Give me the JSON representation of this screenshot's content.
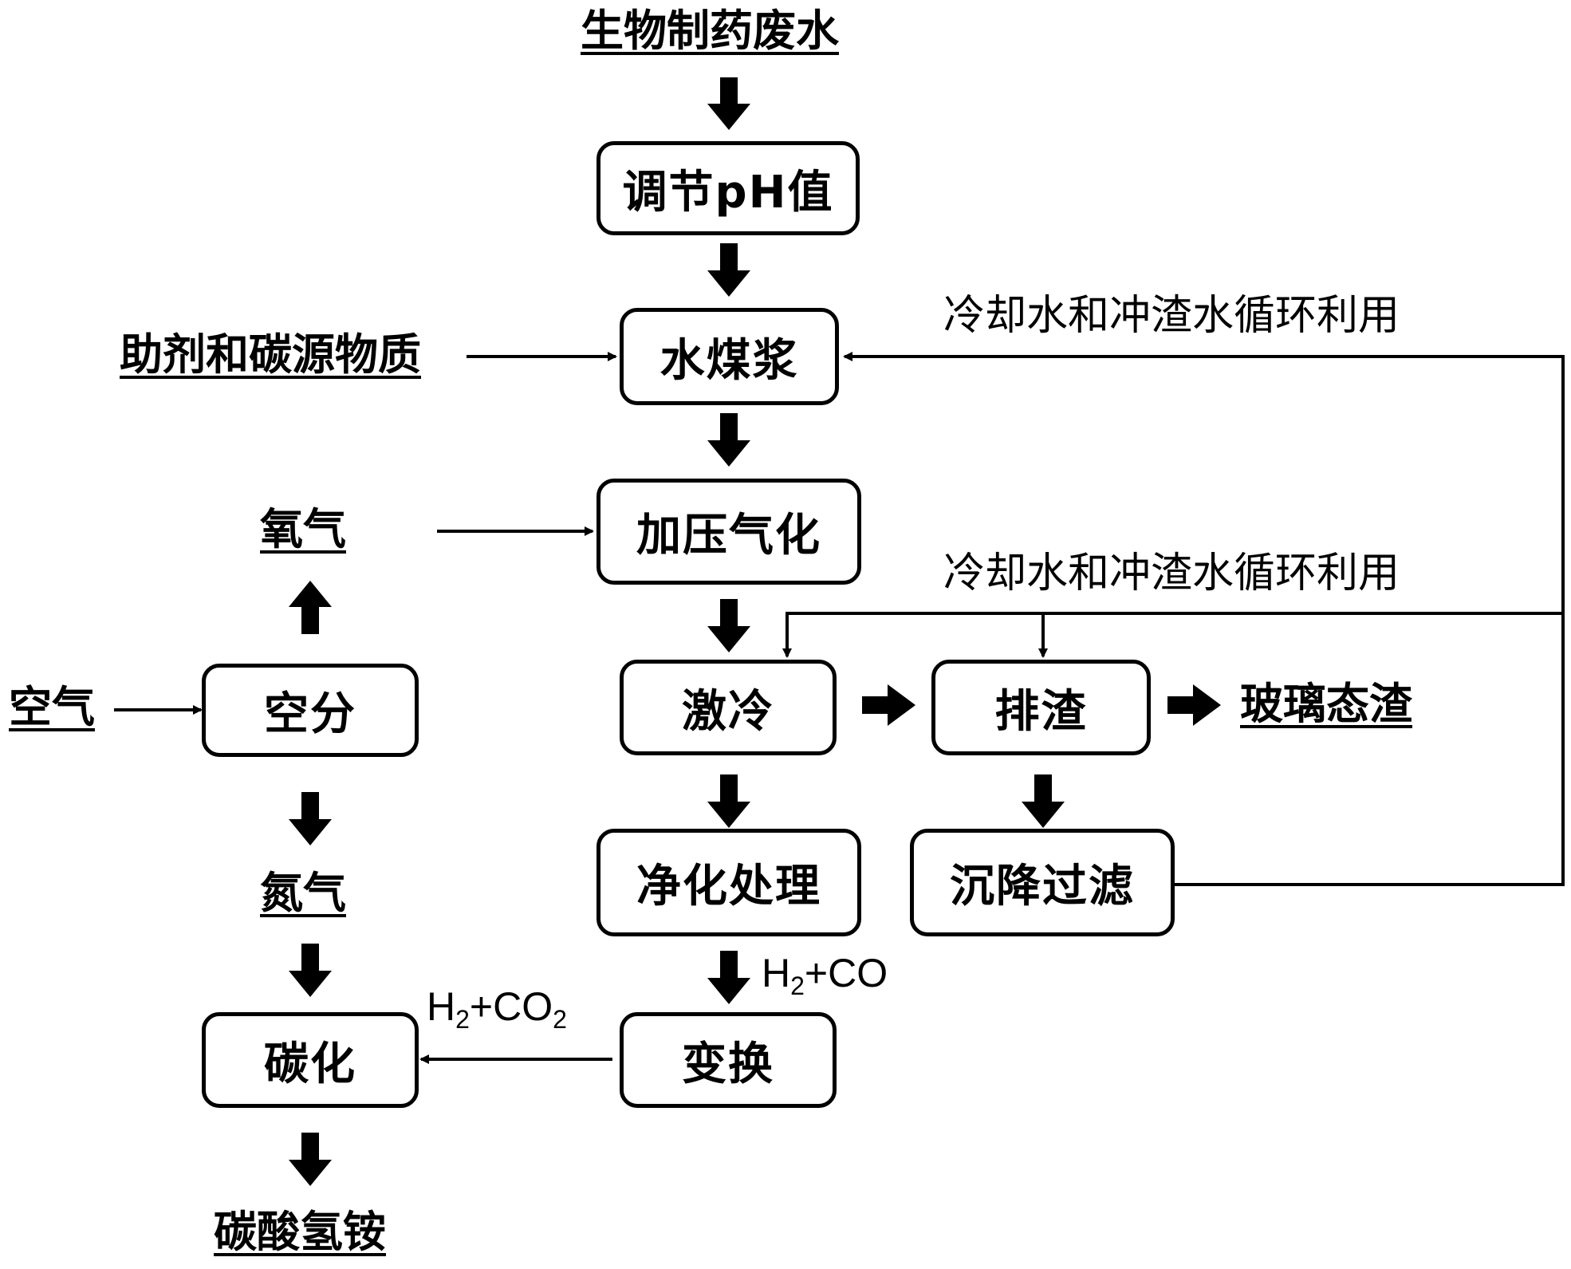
{
  "nodes": {
    "adjust_ph": "调节pH值",
    "water_coal_slurry": "水煤浆",
    "pressure_gasification": "加压气化",
    "quench": "激冷",
    "slag_discharge": "排渣",
    "purification": "净化处理",
    "settling_filtration": "沉降过滤",
    "shift": "变换",
    "air_separation": "空分",
    "carbonization": "碳化"
  },
  "labels": {
    "wastewater": "生物制药废水",
    "additives": "助剂和碳源物质",
    "oxygen": "氧气",
    "air": "空气",
    "nitrogen": "氮气",
    "ammonium_bicarbonate": "碳酸氢铵",
    "glassy_slag": "玻璃态渣",
    "recycle_top": "冷却水和冲渣水循环利用",
    "recycle_mid": "冷却水和冲渣水循环利用"
  },
  "formulas": {
    "h2_co": {
      "h": "H",
      "sub": "2",
      "rest": "+CO"
    },
    "h2_co2": {
      "h": "H",
      "sub1": "2",
      "mid": "+CO",
      "sub2": "2"
    }
  },
  "colors": {
    "stroke": "#000000",
    "background": "#ffffff"
  }
}
